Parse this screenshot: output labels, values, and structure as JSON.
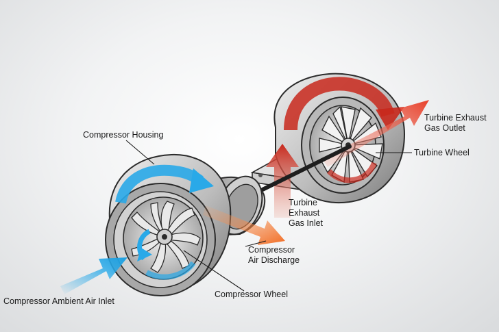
{
  "labels": {
    "compressor_housing": "Compressor Housing",
    "compressor_air_discharge": [
      "Compressor",
      "Air Discharge"
    ],
    "compressor_ambient_air_inlet": "Compressor Ambient Air Inlet",
    "compressor_wheel": "Compressor Wheel",
    "turbine_exhaust_gas_outlet": [
      "Turbine Exhaust",
      "Gas Outlet"
    ],
    "turbine_wheel": "Turbine Wheel",
    "turbine_exhaust_gas_inlet": [
      "Turbine",
      "Exhaust",
      "Gas Inlet"
    ]
  },
  "colors": {
    "housing_light": "#dcdcdc",
    "housing_dark": "#7d7d7d",
    "outline": "#2b2b2b",
    "intake_blue": "#29a9e8",
    "exhaust_red": "#c8281c",
    "discharge_orange": "#f26b22"
  }
}
